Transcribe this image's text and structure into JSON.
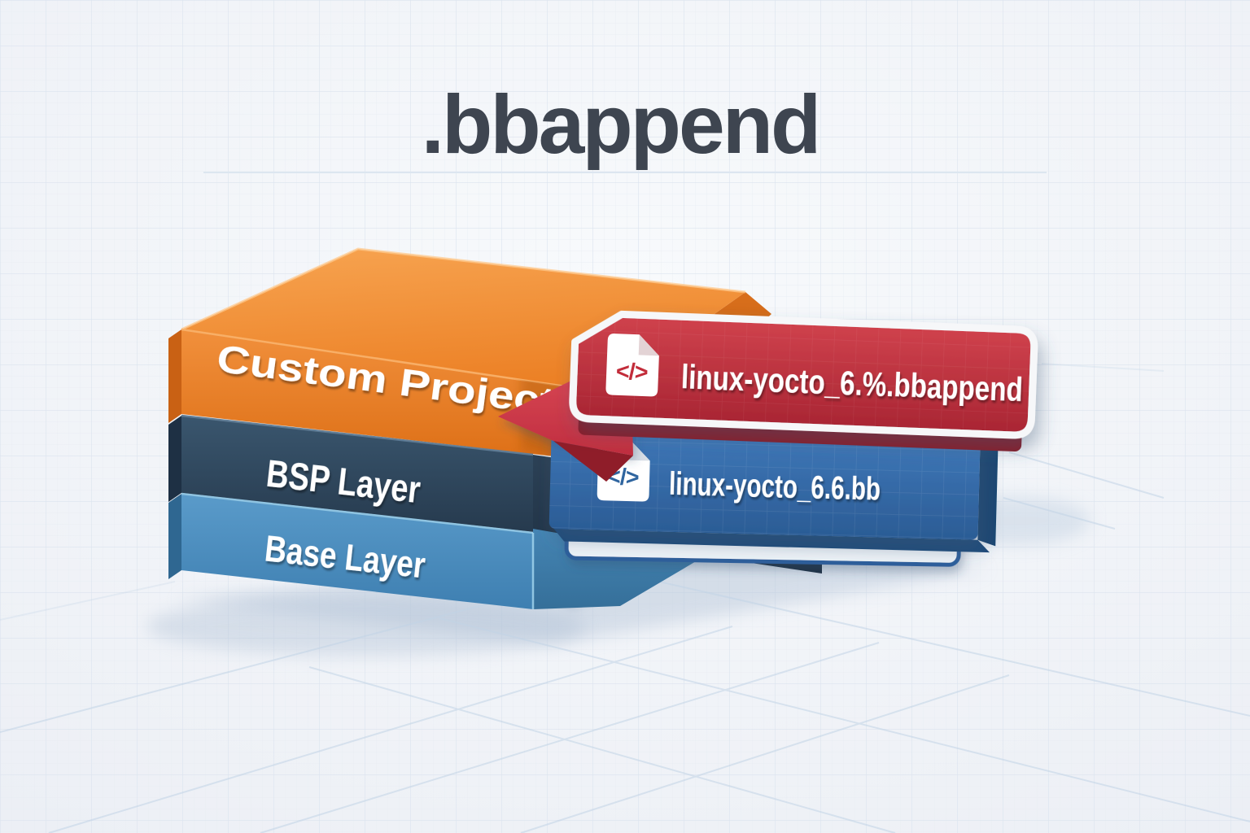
{
  "title": {
    "text": ".bbappend"
  },
  "stack": {
    "layers": [
      {
        "id": "custom",
        "label": "Custom Project Layer",
        "face_color": "#e87c26",
        "top_color": "#f0923d"
      },
      {
        "id": "bsp",
        "label": "BSP Layer",
        "face_color": "#2e4458"
      },
      {
        "id": "base",
        "label": "Base Layer",
        "face_color": "#4a8cc0"
      }
    ]
  },
  "callouts": [
    {
      "id": "bbappend-file",
      "label": "linux-yocto_6.%.bbappend",
      "color": "#b52b38",
      "icon": "code-file-icon",
      "glyph": "</>"
    },
    {
      "id": "bb-file",
      "label": "linux-yocto_6.6.bb",
      "color": "#31699f",
      "icon": "code-file-icon",
      "glyph": "</>"
    }
  ]
}
